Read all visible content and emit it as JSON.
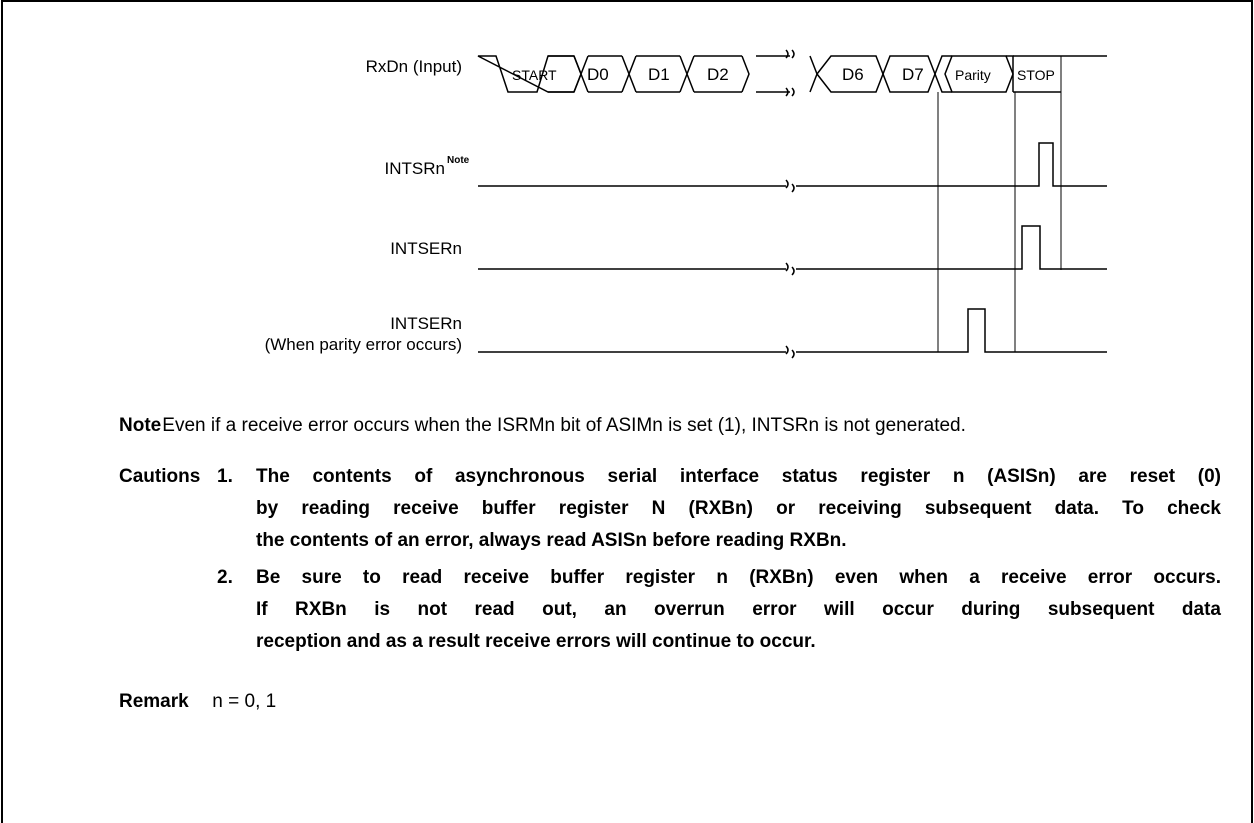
{
  "diagram": {
    "signals": [
      {
        "id": "rxd",
        "label": "RxDn (Input)"
      },
      {
        "id": "intsr",
        "label": "INTSRn",
        "superscript": "Note"
      },
      {
        "id": "intser",
        "label": "INTSERn"
      },
      {
        "id": "intser_parity",
        "label": "INTSERn",
        "label_line2": "(When parity error occurs)"
      }
    ],
    "fields": [
      "START",
      "D0",
      "D1",
      "D2",
      "D6",
      "D7",
      "Parity",
      "STOP"
    ],
    "colors": {
      "line": "#000000",
      "background": "#ffffff"
    }
  },
  "note": {
    "keyword": "Note",
    "text": "Even if a receive error occurs when the ISRMn bit of ASIMn is set (1), INTSRn is not generated."
  },
  "cautions": {
    "keyword": "Cautions",
    "items": [
      {
        "number": "1.",
        "lines": [
          "The contents of asynchronous serial interface status register n (ASISn) are reset (0)",
          "by reading receive buffer register N (RXBn) or receiving subsequent data. To check",
          "the contents of an error, always read ASISn before reading RXBn."
        ]
      },
      {
        "number": "2.",
        "lines": [
          "Be sure to read receive buffer register n (RXBn) even when a receive error occurs.",
          "If RXBn is not read out, an overrun error will occur during subsequent data",
          "reception and as a result receive errors will continue to occur."
        ]
      }
    ]
  },
  "remark": {
    "keyword": "Remark",
    "text": "n = 0, 1"
  }
}
